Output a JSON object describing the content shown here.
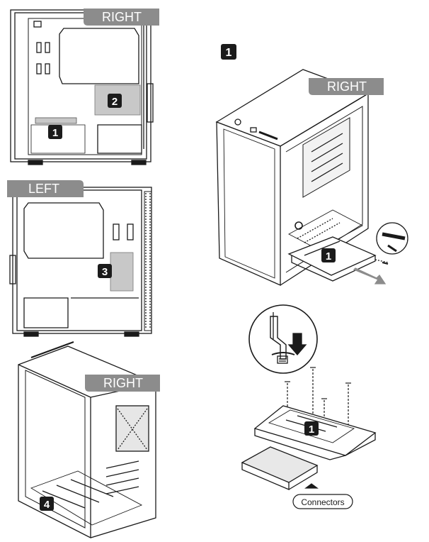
{
  "views": {
    "top_left": {
      "side_label": "RIGHT"
    },
    "middle_left": {
      "side_label": "LEFT"
    },
    "bottom_left": {
      "side_label": "RIGHT"
    },
    "main": {
      "side_label": "RIGHT"
    }
  },
  "badges": {
    "step_title": "1",
    "tl_bay_1": "1",
    "tl_bay_2": "2",
    "ml_bay_3": "3",
    "bl_bay_4": "4",
    "main_tray_1": "1",
    "detail_tray_1": "1"
  },
  "callouts": {
    "connectors": "Connectors"
  },
  "colors": {
    "badge_fill": "#1b1b1b",
    "label_fill": "#8c8c8c",
    "highlight": "#c8c8c8",
    "line": "#1a1a1a"
  }
}
